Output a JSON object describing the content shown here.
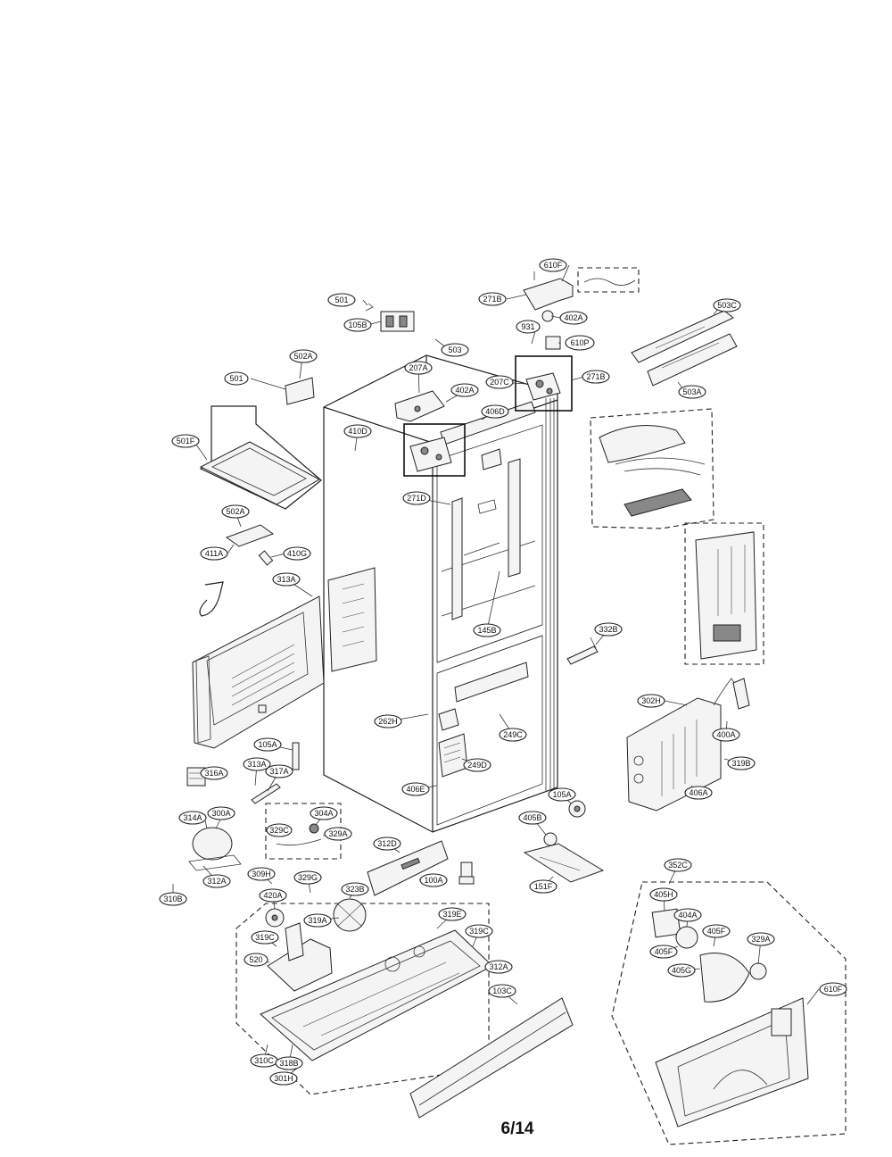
{
  "page_number": "6/14",
  "callouts": [
    {
      "id": "c610F",
      "label": "610F"
    },
    {
      "id": "c271B_top",
      "label": "271B"
    },
    {
      "id": "c402A_top",
      "label": "402A"
    },
    {
      "id": "c501",
      "label": "501"
    },
    {
      "id": "c105B",
      "label": "105B"
    },
    {
      "id": "c503",
      "label": "503"
    },
    {
      "id": "c931",
      "label": "931"
    },
    {
      "id": "c610P",
      "label": "610P"
    },
    {
      "id": "c503C",
      "label": "503C"
    },
    {
      "id": "c503A",
      "label": "503A"
    },
    {
      "id": "c502A_top",
      "label": "502A"
    },
    {
      "id": "c501_mid",
      "label": "501"
    },
    {
      "id": "c207A",
      "label": "207A"
    },
    {
      "id": "c402A",
      "label": "402A"
    },
    {
      "id": "c207C",
      "label": "207C"
    },
    {
      "id": "c271B",
      "label": "271B"
    },
    {
      "id": "c406D",
      "label": "406D"
    },
    {
      "id": "c501F",
      "label": "501F"
    },
    {
      "id": "c410D",
      "label": "410D"
    },
    {
      "id": "c271D",
      "label": "271D"
    },
    {
      "id": "c502A",
      "label": "502A"
    },
    {
      "id": "c411A",
      "label": "411A"
    },
    {
      "id": "c410G",
      "label": "410G"
    },
    {
      "id": "c313A",
      "label": "313A"
    },
    {
      "id": "c145B",
      "label": "145B"
    },
    {
      "id": "c332B",
      "label": "332B"
    },
    {
      "id": "c262H",
      "label": "262H"
    },
    {
      "id": "c249C",
      "label": "249C"
    },
    {
      "id": "c249D",
      "label": "249D"
    },
    {
      "id": "c406E",
      "label": "406E"
    },
    {
      "id": "c105A",
      "label": "105A"
    },
    {
      "id": "c316A",
      "label": "316A"
    },
    {
      "id": "c313A_low",
      "label": "313A"
    },
    {
      "id": "c317A",
      "label": "317A"
    },
    {
      "id": "c302H",
      "label": "302H"
    },
    {
      "id": "c400A",
      "label": "400A"
    },
    {
      "id": "c319B",
      "label": "319B"
    },
    {
      "id": "c406A",
      "label": "406A"
    },
    {
      "id": "c314A",
      "label": "314A"
    },
    {
      "id": "c300A",
      "label": "300A"
    },
    {
      "id": "c329C",
      "label": "329C"
    },
    {
      "id": "c304A",
      "label": "304A"
    },
    {
      "id": "c329A",
      "label": "329A"
    },
    {
      "id": "c312D",
      "label": "312D"
    },
    {
      "id": "c105A_mid",
      "label": "105A"
    },
    {
      "id": "c405B",
      "label": "405B"
    },
    {
      "id": "c312A",
      "label": "312A"
    },
    {
      "id": "c310B",
      "label": "310B"
    },
    {
      "id": "c309H",
      "label": "309H"
    },
    {
      "id": "c329G",
      "label": "329G"
    },
    {
      "id": "c323B",
      "label": "323B"
    },
    {
      "id": "c100A",
      "label": "100A"
    },
    {
      "id": "c151F",
      "label": "151F"
    },
    {
      "id": "c420A",
      "label": "420A"
    },
    {
      "id": "c319A",
      "label": "319A"
    },
    {
      "id": "c319E",
      "label": "319E"
    },
    {
      "id": "c319C_right",
      "label": "319C"
    },
    {
      "id": "c319C",
      "label": "319C"
    },
    {
      "id": "c520",
      "label": "520"
    },
    {
      "id": "c312A_low",
      "label": "312A"
    },
    {
      "id": "c103C",
      "label": "103C"
    },
    {
      "id": "c352C",
      "label": "352C"
    },
    {
      "id": "c405H",
      "label": "405H"
    },
    {
      "id": "c404A",
      "label": "404A"
    },
    {
      "id": "c405F",
      "label": "405F"
    },
    {
      "id": "c329A_right",
      "label": "329A"
    },
    {
      "id": "c405F_low",
      "label": "405F"
    },
    {
      "id": "c405G",
      "label": "405G"
    },
    {
      "id": "c610F_low",
      "label": "610F"
    },
    {
      "id": "c310C",
      "label": "310C"
    },
    {
      "id": "c318B",
      "label": "318B"
    },
    {
      "id": "c301H",
      "label": "301H"
    }
  ]
}
